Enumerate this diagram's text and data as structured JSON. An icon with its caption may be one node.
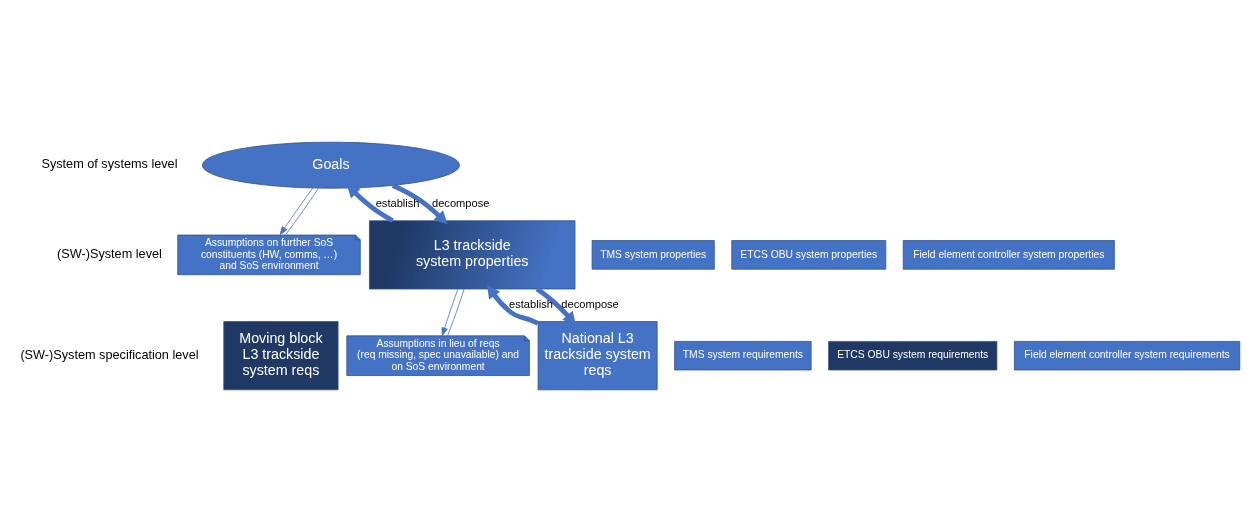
{
  "diagram": {
    "nodes": [
      {
        "text": [
          "Goals"
        ]
      },
      {
        "text": [
          "Assumptions on further SoS constituents (HW, comms, …) and SoS environment"
        ]
      },
      {
        "text": [
          "L3 trackside system properties"
        ]
      },
      {
        "text": [
          "TMS system properties"
        ]
      },
      {
        "text": [
          "ETCS OBU system properties"
        ]
      },
      {
        "text": [
          "Field element controller system properties"
        ]
      },
      {
        "text": [
          "Assumptions in lieu of reqs (req missing, spec unavailable) and on SoS environment"
        ]
      },
      {
        "text": [
          "Moving block L3 trackside system reqs"
        ]
      },
      {
        "text": [
          "National L3 trackside system reqs"
        ]
      },
      {
        "text": [
          "TMS system requirements"
        ]
      },
      {
        "text": [
          "ETCS OBU system requirements"
        ]
      },
      {
        "text": [
          "Field element controller system requirements"
        ]
      }
    ],
    "edges": [
      {
        "from": 2,
        "to": 0,
        "arrow": "to",
        "label": "establish",
        "style": "thick"
      },
      {
        "from": 0,
        "to": 2,
        "arrow": "to",
        "label": "decompose",
        "style": "thick"
      },
      {
        "from": 0,
        "to": 1,
        "arrow": "to"
      },
      {
        "from": 1,
        "to": 0,
        "arrow": "none"
      },
      {
        "from": 8,
        "to": 2,
        "arrow": "to",
        "label": "establish",
        "style": "thick"
      },
      {
        "from": 2,
        "to": 8,
        "arrow": "to",
        "label": "decompose",
        "style": "thick"
      },
      {
        "from": 2,
        "to": 6,
        "arrow": "to"
      },
      {
        "from": 6,
        "to": 2,
        "arrow": "none"
      }
    ],
    "labels": [
      "System of systems level",
      "(SW-)System level",
      "(SW-)System specification level"
    ]
  }
}
